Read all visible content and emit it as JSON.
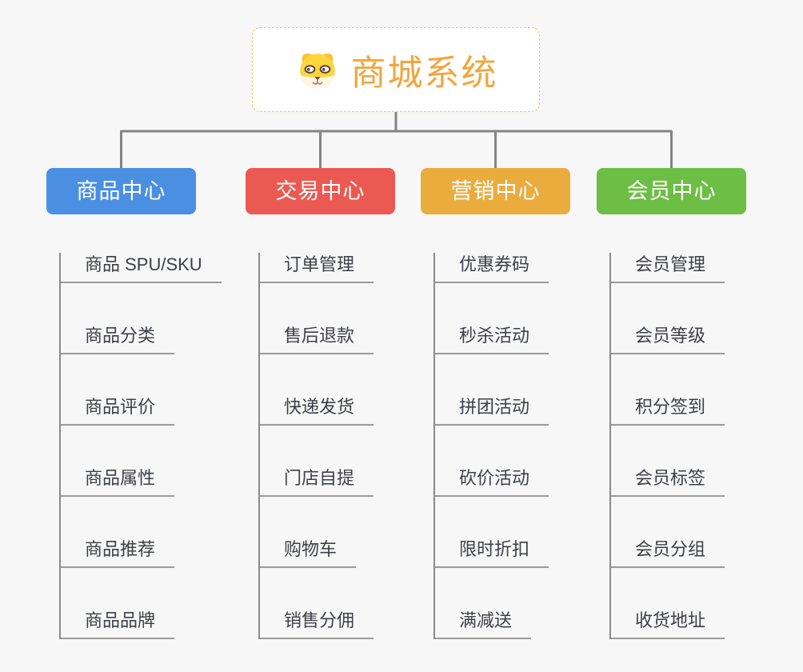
{
  "root": {
    "title": "商城系统",
    "icon": "dog-icon",
    "accent_color": "#f0a63f",
    "border_color": "#f6c06a"
  },
  "branches": [
    {
      "label": "商品中心",
      "color": "#4b8fe2",
      "items": [
        "商品 SPU/SKU",
        "商品分类",
        "商品评价",
        "商品属性",
        "商品推荐",
        "商品品牌"
      ]
    },
    {
      "label": "交易中心",
      "color": "#ea5a52",
      "items": [
        "订单管理",
        "售后退款",
        "快递发货",
        "门店自提",
        "购物车",
        "销售分佣"
      ]
    },
    {
      "label": "营销中心",
      "color": "#ebac3e",
      "items": [
        "优惠券码",
        "秒杀活动",
        "拼团活动",
        "砍价活动",
        "限时折扣",
        "满减送"
      ]
    },
    {
      "label": "会员中心",
      "color": "#6cbe44",
      "items": [
        "会员管理",
        "会员等级",
        "积分签到",
        "会员标签",
        "会员分组",
        "收货地址"
      ]
    }
  ],
  "colors": {
    "background": "#f7f7f7",
    "connector_line": "#848484",
    "item_underline": "#9a9a9a",
    "item_text": "#3d4045"
  }
}
